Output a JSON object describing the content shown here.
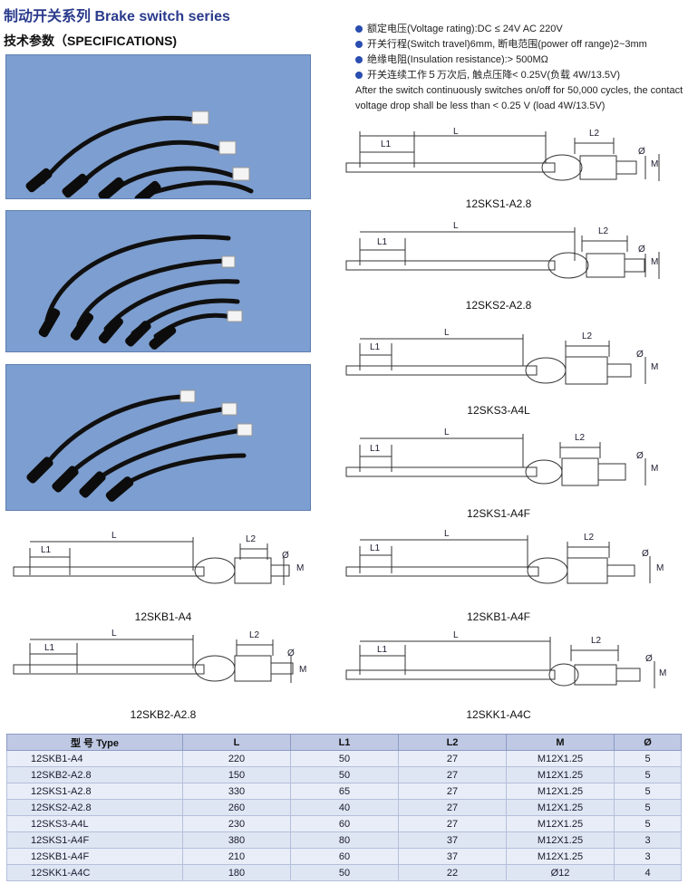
{
  "header": {
    "title": "制动开关系列 Brake switch series",
    "subtitle": "技术参数（SPECIFICATIONS)"
  },
  "specs": [
    "额定电压(Voltage rating):DC ≤ 24V   AC 220V",
    "开关行程(Switch travel)6mm, 断电范围(power off range)2~3mm",
    "绝缘电阻(Insulation resistance):> 500MΩ",
    "开关连续工作５万次后, 触点压降< 0.25V(负载 4W/13.5V)"
  ],
  "spec_note": "After the switch continuously switches on/off for 50,000 cycles, the contact voltage drop shall be less than < 0.25 V (load 4W/13.5V)",
  "dim_labels": {
    "L": "L",
    "L1": "L1",
    "L2": "L2",
    "M": "M",
    "phi": "Ø"
  },
  "diagrams": [
    {
      "caption": "12SKS1-A2.8"
    },
    {
      "caption": "12SKS2-A2.8"
    },
    {
      "caption": "12SKS3-A4L"
    },
    {
      "caption": "12SKS1-A4F"
    },
    {
      "caption": "12SKB1-A4"
    },
    {
      "caption": "12SKB1-A4F"
    },
    {
      "caption": "12SKB2-A2.8"
    },
    {
      "caption": "12SKK1-A4C"
    }
  ],
  "table": {
    "headers": [
      "型  号 Type",
      "L",
      "L1",
      "L2",
      "M",
      "Ø"
    ],
    "rows": [
      [
        "12SKB1-A4",
        "220",
        "50",
        "27",
        "M12X1.25",
        "5"
      ],
      [
        "12SKB2-A2.8",
        "150",
        "50",
        "27",
        "M12X1.25",
        "5"
      ],
      [
        "12SKS1-A2.8",
        "330",
        "65",
        "27",
        "M12X1.25",
        "5"
      ],
      [
        "12SKS2-A2.8",
        "260",
        "40",
        "27",
        "M12X1.25",
        "5"
      ],
      [
        "12SKS3-A4L",
        "230",
        "60",
        "27",
        "M12X1.25",
        "5"
      ],
      [
        "12SKS1-A4F",
        "380",
        "80",
        "37",
        "M12X1.25",
        "3"
      ],
      [
        "12SKB1-A4F",
        "210",
        "60",
        "37",
        "M12X1.25",
        "3"
      ],
      [
        "12SKK1-A4C",
        "180",
        "50",
        "22",
        "Ø12",
        "4"
      ]
    ]
  },
  "colors": {
    "photo_bg": "#7d9ed0",
    "title": "#2a3a8c",
    "bullet": "#2a4db0",
    "table_header": "#bfc9e4"
  }
}
